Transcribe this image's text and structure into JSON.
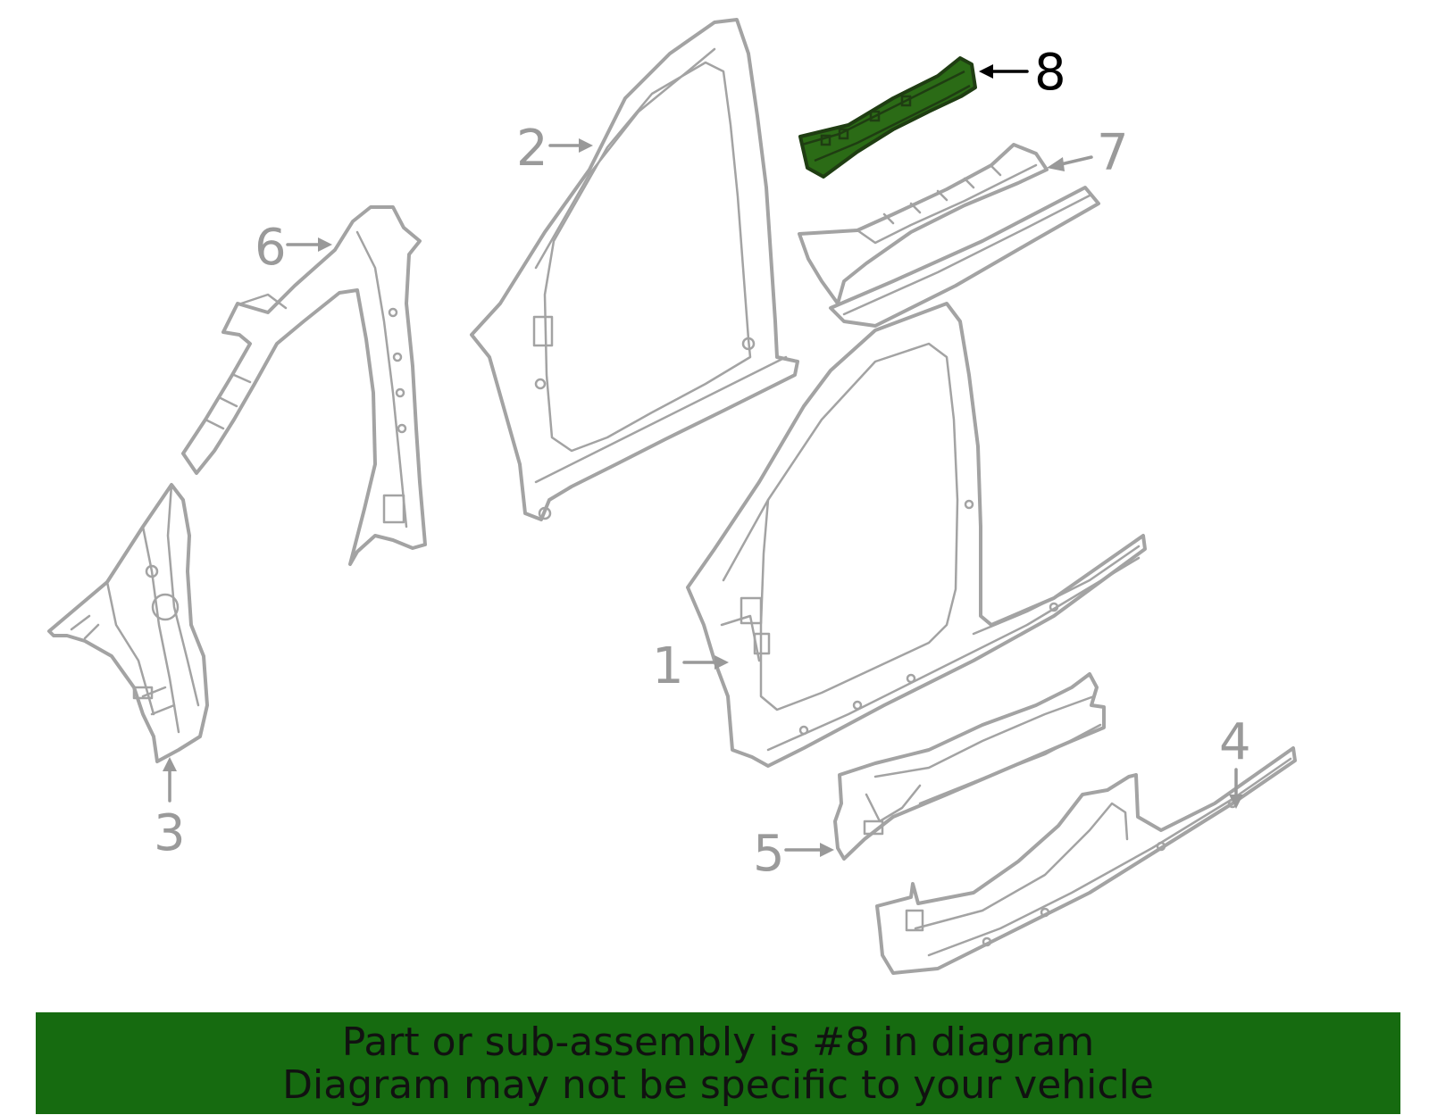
{
  "callouts": {
    "c1": "1",
    "c2": "2",
    "c3": "3",
    "c4": "4",
    "c5": "5",
    "c6": "6",
    "c7": "7",
    "c8": "8"
  },
  "highlight": {
    "part": "8",
    "color": "#2b6b16"
  },
  "banner": {
    "line1": "Part or sub-assembly is #8 in diagram",
    "line2": "Diagram may not be specific to your vehicle",
    "background": "#166b10"
  }
}
